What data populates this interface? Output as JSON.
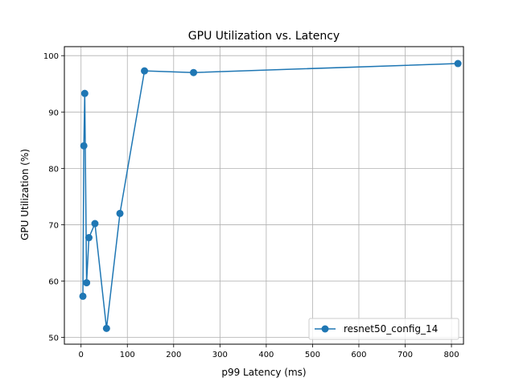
{
  "chart_data": {
    "type": "line",
    "title": "GPU Utilization vs. Latency",
    "xlabel": "p99 Latency (ms)",
    "ylabel": "GPU Utilization (%)",
    "xlim": [
      -36,
      826
    ],
    "ylim": [
      48.8,
      101.6
    ],
    "xticks": [
      0,
      100,
      200,
      300,
      400,
      500,
      600,
      700,
      800
    ],
    "yticks": [
      50,
      60,
      70,
      80,
      90,
      100
    ],
    "grid": true,
    "legend_position": "lower-right",
    "series": [
      {
        "name": "resnet50_config_14",
        "color": "#1f77b4",
        "marker": "circle",
        "points": [
          {
            "x": 4,
            "y": 57.3
          },
          {
            "x": 6,
            "y": 84.0
          },
          {
            "x": 8,
            "y": 93.3
          },
          {
            "x": 12,
            "y": 59.7
          },
          {
            "x": 17,
            "y": 67.7
          },
          {
            "x": 30,
            "y": 70.2
          },
          {
            "x": 55,
            "y": 51.6
          },
          {
            "x": 84,
            "y": 72.0
          },
          {
            "x": 137,
            "y": 97.3
          },
          {
            "x": 243,
            "y": 97.0
          },
          {
            "x": 814,
            "y": 98.6
          }
        ]
      }
    ]
  }
}
